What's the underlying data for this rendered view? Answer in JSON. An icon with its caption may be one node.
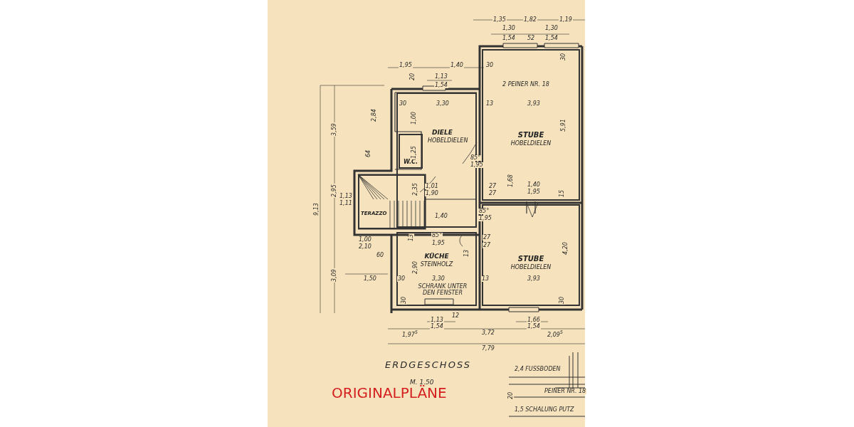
{
  "diagram": {
    "title": "ERDGESCHOSS",
    "nodes": [
      {
        "text": [
          "DIELE",
          "HOBELDIELEN"
        ]
      },
      {
        "text": [
          "W.C."
        ],
        "in": 0
      },
      {
        "text": [
          "STUBE",
          "HOBELDIELEN"
        ]
      },
      {
        "text": [
          "TERAZZO"
        ]
      },
      {
        "text": [
          "KÜCHE",
          "STEINHOLZ"
        ]
      },
      {
        "text": [
          "STUBE",
          "HOBELDIELEN"
        ]
      }
    ],
    "edges": [],
    "labels": [
      "1,35",
      "1,82",
      "1,19",
      "1,30",
      "1,54",
      "52",
      "1,30",
      "1,54",
      "30",
      "1,95",
      "1,40",
      "30",
      "1,13",
      "1,54",
      "20",
      "2 PEINER NR. 18",
      "30",
      "3,30",
      "13",
      "3,93",
      "3,59",
      "2,84",
      "1,00",
      "5,91",
      "64",
      "1,25",
      "85°",
      "1,95",
      "1,68",
      "1,40",
      "1,95",
      "15",
      "27",
      "27",
      "2,35",
      "1,01",
      "1,90",
      "9,13",
      "2,95",
      "1,13",
      "1,11",
      "1,40",
      "85°",
      "1,95",
      "13",
      "85°",
      "1,95",
      "27",
      "27",
      "13",
      "1,00",
      "2,10",
      "60",
      "3,09",
      "2,90",
      "1,50",
      "30",
      "3,30",
      "13",
      "3,93",
      "4,20",
      "SCHRANK UNTER DEN FENSTER",
      "30",
      "12",
      "30",
      "1,13",
      "1,54",
      "1,66",
      "1,54",
      "1,97$^{5}$",
      "3,72",
      "2,09$^{5}$",
      "7,79",
      "M. 1.50",
      "ORIGINALPLÄNE",
      "2,4 FUSSBODEN",
      "20",
      "PEINER NR. 18",
      "1,5 SCHALUNG PUTZ"
    ]
  }
}
